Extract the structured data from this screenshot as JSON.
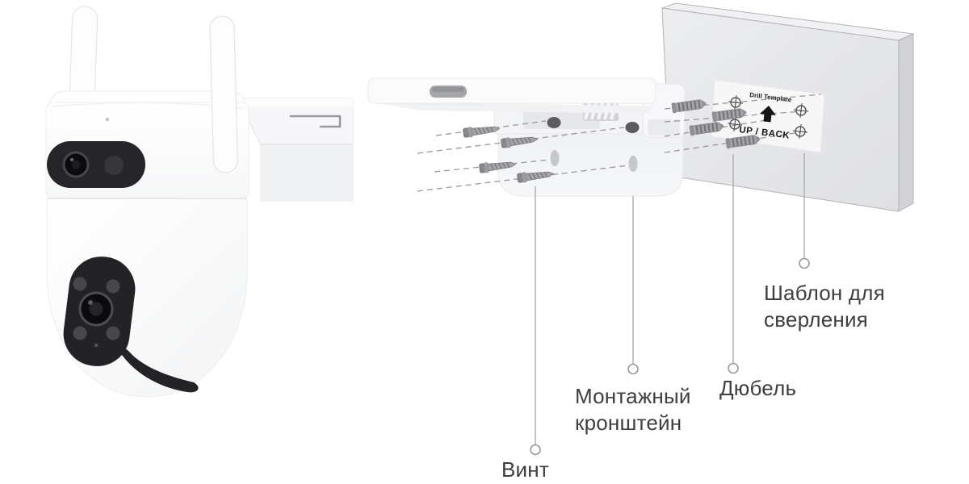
{
  "page": {
    "background": "#ffffff",
    "description": "Exploded installation diagram of a dual-lens Wi-Fi security camera: camera with two antennas, mounting bracket, four screws, four wall plugs (dowels) and a drill template on a wall"
  },
  "drill_template": {
    "title": "Drill Template",
    "direction_label": "UP / BACK",
    "arrow_icon": "up-arrow"
  },
  "callouts": {
    "screw": "Винт",
    "bracket": "Монтажный кронштейн",
    "dowel": "Дюбель",
    "template": "Шаблон для сверления"
  },
  "parts": {
    "screws_count": 4,
    "dowels_count": 4,
    "drill_marks_count": 4,
    "antennas_count": 2
  },
  "colors": {
    "wall_front": "#e8e9eb",
    "wall_side": "#d1d2d5",
    "wall_top": "#f0f1f3",
    "template_panel": "#f7f7f8",
    "camera_body": "#ffffff",
    "lens_panel": "#232327",
    "metal_part": "#9c9da0",
    "dashed_line": "#97989b",
    "leader_line": "#a9aaad",
    "label_text": "#3d3e40"
  }
}
